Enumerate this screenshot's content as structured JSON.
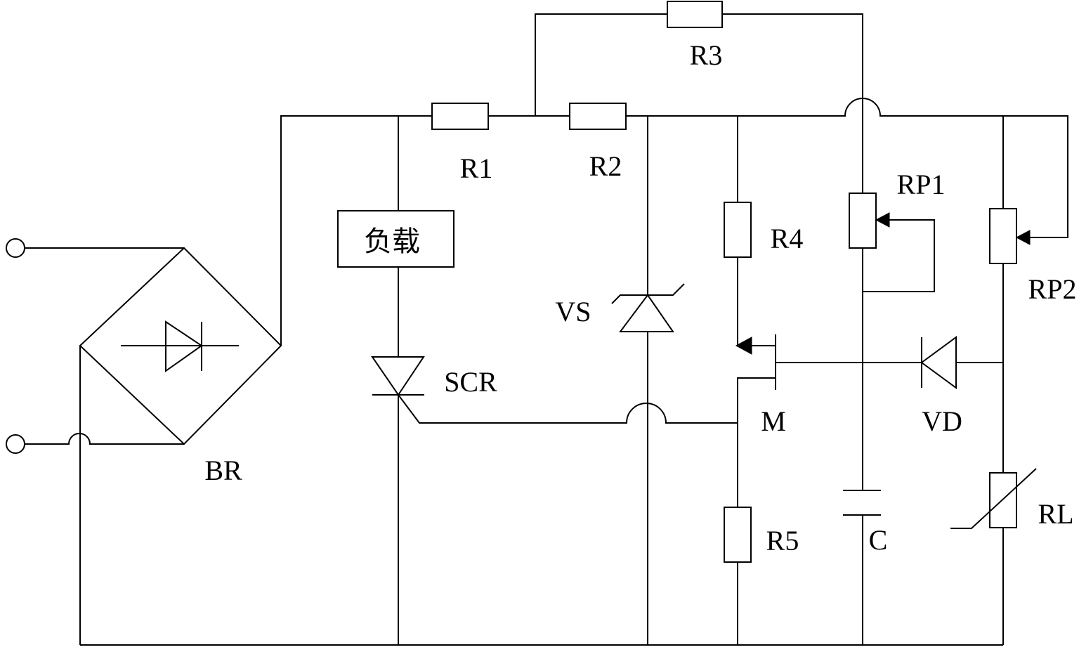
{
  "labels": {
    "r1": "R1",
    "r2": "R2",
    "r3": "R3",
    "r4": "R4",
    "r5": "R5",
    "rp1": "RP1",
    "rp2": "RP2",
    "rl": "RL",
    "c": "C",
    "vd": "VD",
    "vs": "VS",
    "scr": "SCR",
    "m": "M",
    "br": "BR",
    "load": "负载"
  }
}
